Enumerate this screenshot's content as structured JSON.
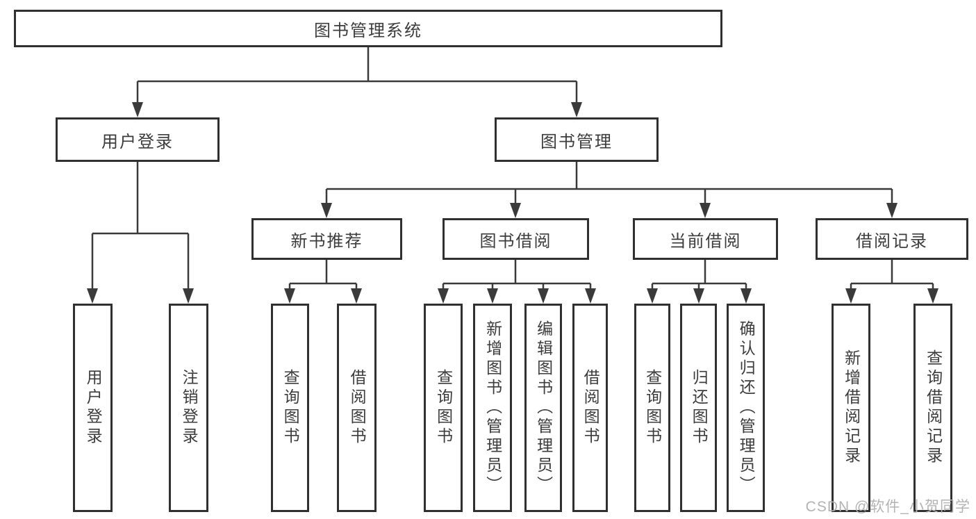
{
  "diagram": {
    "root": {
      "label": "图书管理系统"
    },
    "branches": [
      {
        "label": "用户登录",
        "children": [
          {
            "label": "用户登录"
          },
          {
            "label": "注销登录"
          }
        ]
      },
      {
        "label": "图书管理",
        "children": [
          {
            "label": "新书推荐",
            "children": [
              {
                "label": "查询图书"
              },
              {
                "label": "借阅图书"
              }
            ]
          },
          {
            "label": "图书借阅",
            "children": [
              {
                "label": "查询图书"
              },
              {
                "label": "新增图书（管理员）"
              },
              {
                "label": "编辑图书（管理员）"
              },
              {
                "label": "借阅图书"
              }
            ]
          },
          {
            "label": "当前借阅",
            "children": [
              {
                "label": "查询图书"
              },
              {
                "label": "归还图书"
              },
              {
                "label": "确认归还（管理员）"
              }
            ]
          },
          {
            "label": "借阅记录",
            "children": [
              {
                "label": "新增借阅记录"
              },
              {
                "label": "查询借阅记录"
              }
            ]
          }
        ]
      }
    ]
  },
  "watermark": {
    "text": "CSDN @软件_小贺同学",
    "color": "#b3b3b3"
  },
  "colors": {
    "line": "#3a3a3a",
    "box_border": "#303030",
    "text": "#3c3c3c",
    "background": "#ffffff"
  }
}
